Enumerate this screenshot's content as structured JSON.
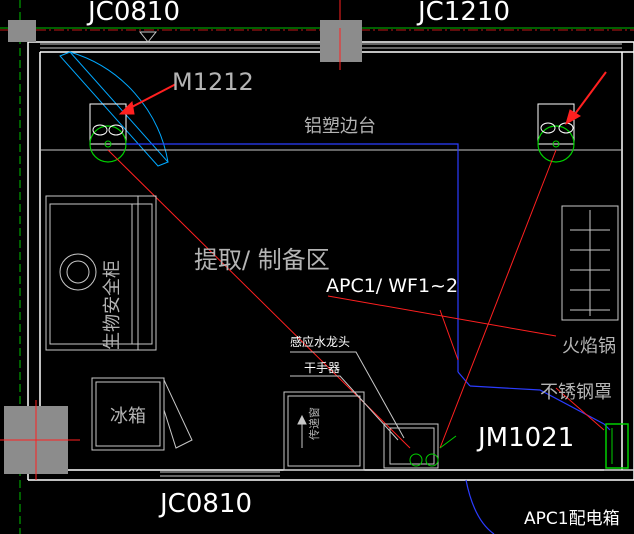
{
  "labels": {
    "window_top_left": "JC0810",
    "window_top_right": "JC1210",
    "door_top": "M1212",
    "counter": "铝塑边台",
    "room_area": "提取/ 制备区",
    "circuit": "APC1/ WF1~2",
    "eyewash": "感应水龙头",
    "hand_dryer": "干手器",
    "fume_hood": "火焰锅",
    "stainless_cover": "不锈钢罩",
    "bio_cabinet": "生物安全柜",
    "fridge": "冰箱",
    "cabinet_small": "传递窗",
    "door_right": "JM1021",
    "window_bottom": "JC0810",
    "panel": "APC1配电箱"
  },
  "colors": {
    "background": "#000000",
    "wall": "#ffffff",
    "furniture": "#c8c8c8",
    "column": "#8c8c8c",
    "wire_blue": "#2b3cff",
    "wire_red": "#ff2020",
    "fixture_green": "#00d000",
    "text_main": "#ffffff",
    "text_grey": "#b4b4b4"
  }
}
